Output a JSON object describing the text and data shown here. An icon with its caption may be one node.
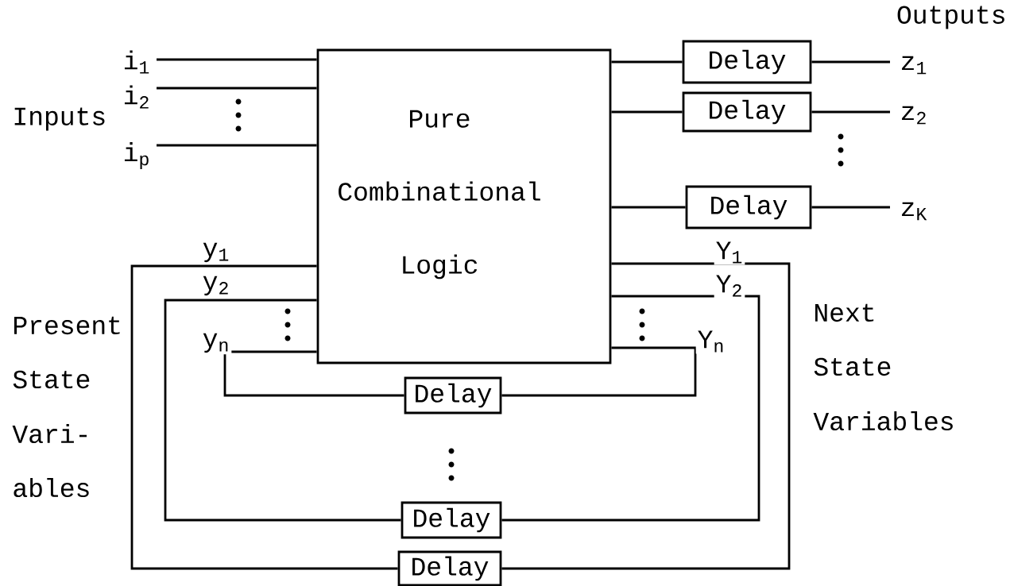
{
  "diagram": {
    "nodes": [
      {
        "text": [
          "Pure Combinational Logic"
        ]
      },
      {
        "text": [
          "Delay"
        ]
      },
      {
        "text": [
          "Delay"
        ]
      },
      {
        "text": [
          "Delay"
        ]
      },
      {
        "text": [
          "Delay"
        ]
      },
      {
        "text": [
          "Delay"
        ]
      },
      {
        "text": [
          "Delay"
        ]
      }
    ],
    "edges": [
      {
        "from": null,
        "to": 0,
        "arrow": "none",
        "label": "i$_{1}$"
      },
      {
        "from": null,
        "to": 0,
        "arrow": "none",
        "label": "i$_{2}$"
      },
      {
        "from": null,
        "to": 0,
        "arrow": "none",
        "label": "i$_{p}$"
      },
      {
        "from": 0,
        "to": 1,
        "arrow": "none"
      },
      {
        "from": 0,
        "to": 2,
        "arrow": "none"
      },
      {
        "from": 0,
        "to": 3,
        "arrow": "none"
      },
      {
        "from": 1,
        "to": null,
        "arrow": "none",
        "label": "z$_{1}$"
      },
      {
        "from": 2,
        "to": null,
        "arrow": "none",
        "label": "z$_{2}$"
      },
      {
        "from": 3,
        "to": null,
        "arrow": "none",
        "label": "z$_{K}$"
      },
      {
        "from": 0,
        "to": 6,
        "arrow": "none",
        "label": "Y$_{1}$"
      },
      {
        "from": 6,
        "to": 0,
        "arrow": "none",
        "label": "y$_{1}$"
      },
      {
        "from": 0,
        "to": 5,
        "arrow": "none",
        "label": "Y$_{2}$"
      },
      {
        "from": 5,
        "to": 0,
        "arrow": "none",
        "label": "y$_{2}$"
      },
      {
        "from": 0,
        "to": 4,
        "arrow": "none",
        "label": "Y$_{n}$"
      },
      {
        "from": 4,
        "to": 0,
        "arrow": "none",
        "label": "y$_{n}$"
      }
    ],
    "labels": [
      "Outputs",
      "Inputs",
      "Present",
      "State",
      "Vari-",
      "ables",
      "Next",
      "State",
      "Variables"
    ]
  }
}
